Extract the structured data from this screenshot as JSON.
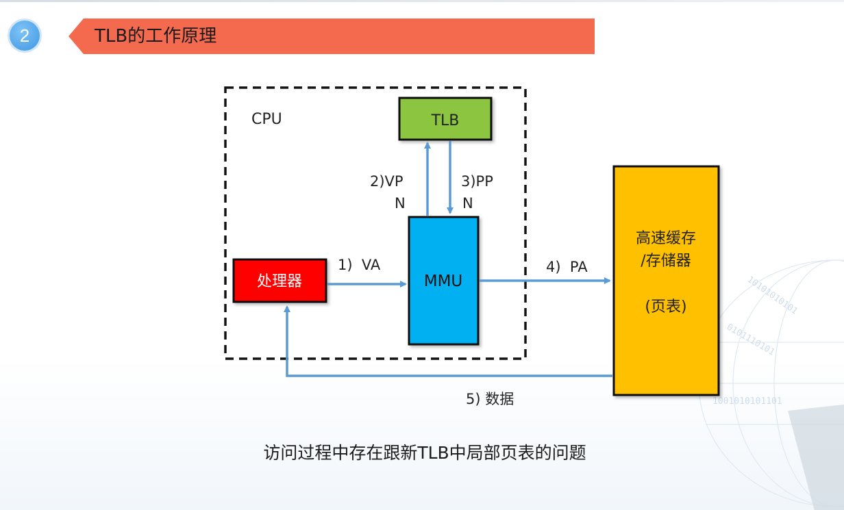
{
  "slide": {
    "section_number": "2",
    "title": "TLB的工作原理",
    "caption": "访问过程中存在跟新TLB中局部页表的问题"
  },
  "diagram": {
    "cpu_label": "CPU",
    "tlb_label": "TLB",
    "processor_label": "处理器",
    "mmu_label": "MMU",
    "memory_label_line1": "高速缓存",
    "memory_label_line2": "/存储器",
    "memory_label_line3": "(页表)",
    "arrow_1_label": "1)  VA",
    "arrow_2_label_line1": "2)VP",
    "arrow_2_label_line2": "N",
    "arrow_3_label_line1": "3)PP",
    "arrow_3_label_line2": "N",
    "arrow_4_label": "4)  PA",
    "arrow_5_label": "5) 数据"
  },
  "colors": {
    "banner": "#f46a4f",
    "tlb_fill": "#8cc63f",
    "processor_fill": "#ff0000",
    "mmu_fill": "#00b0f0",
    "memory_fill": "#ffc000",
    "arrow": "#5b9bd5"
  }
}
